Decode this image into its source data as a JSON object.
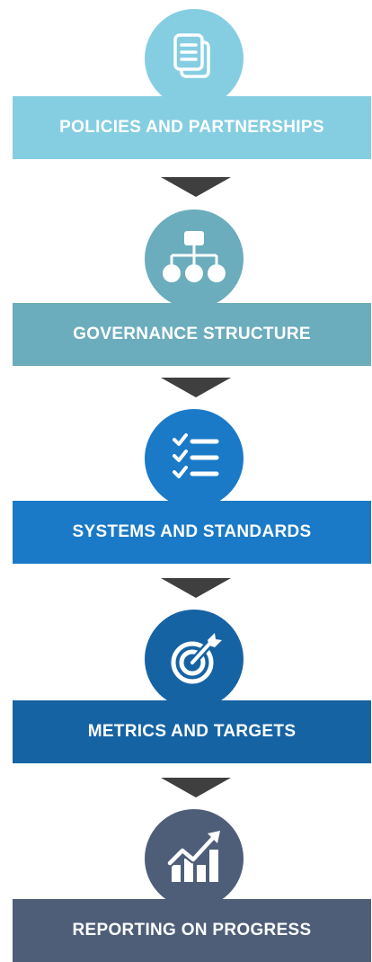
{
  "steps": [
    {
      "label": "POLICIES AND PARTNERSHIPS",
      "color": "#85cee2",
      "icon": "documents-icon"
    },
    {
      "label": "GOVERNANCE STRUCTURE",
      "color": "#6badbc",
      "icon": "org-chart-icon"
    },
    {
      "label": "SYSTEMS AND STANDARDS",
      "color": "#1a7ac7",
      "icon": "checklist-icon"
    },
    {
      "label": "METRICS AND TARGETS",
      "color": "#1663a4",
      "icon": "target-icon"
    },
    {
      "label": "REPORTING ON PROGRESS",
      "color": "#4e5e78",
      "icon": "growth-chart-icon"
    }
  ],
  "arrow_color": "#3f3f3f"
}
